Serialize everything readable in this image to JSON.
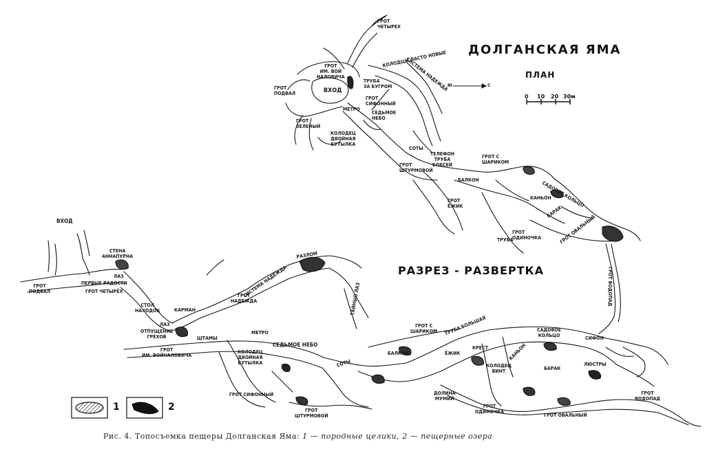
{
  "plan": {
    "title": "ДОЛГАНСКАЯ ЯМА",
    "subtitle": "ПЛАН",
    "scale_ticks": [
      "0",
      "10",
      "20",
      "30м"
    ],
    "compass_s": "С",
    "compass_n": "Ю"
  },
  "section": {
    "title": "РАЗРЕЗ - РАЗВЕРТКА"
  },
  "plan_labels": {
    "chetyrekh": "ГРОТ\nЧЕТЫРЕХ",
    "im_voy": "ГРОТ\nИМ. ВОЙ\nНАЛОВИЧА",
    "podval": "ГРОТ\nПОДВАЛ",
    "vkhod": "ВХОД",
    "sifonny": "ГРОТ\nСИФОННЫЙ",
    "truba_za_bugrom": "ТРУБА\nЗА БУГРОМ",
    "sedmoe": "СЕДЬМОЕ\nНЕБО",
    "metro": "МЕТРО",
    "zeleny": "ГРОТ\nЗЕЛЕНЫЙ",
    "kolodets": "КОЛОДЕЦ\nДВОЙНАЯ\nБУТЫЛКА",
    "soty": "СОТЫ",
    "shturmovoy": "ГРОТ\nШТУРМОВОЙ",
    "telefon": "ТЕЛЕФОН\nТРУБА\nБОБСЕЙ",
    "sharikom": "ГРОТ С\nШАРИКОМ",
    "balkon": "БАЛКОН",
    "ezhik": "ГРОТ\nЁЖИК",
    "kanyon": "КАНЬОН",
    "sistema": "СИСТЕМА НАДЕЖДА",
    "kolodtsy": "КОЛОДЦЫ ЛАСТО НОВЫЕ",
    "sadovoe": "САДОВОЕ КОЛЬЦО",
    "barak": "БАРАК",
    "odinochka": "ГРОТ\nОДИНОЧКА",
    "truba": "ТРУБА",
    "ovalny": "ГРОТ ОВАЛЬНЫЙ",
    "vodopad": "ГРОТ ВОДОПАД"
  },
  "section_labels": {
    "vkhod": "ВХОД",
    "stena": "СТЕНА\nАННАПУРНА",
    "laz": "ЛАЗ",
    "pervye": "ПЕРВЫЕ РАДОСТИ",
    "podval": "ГРОТ\nПОДВАЛ",
    "chetyrekh": "ГРОТ ЧЕТЫРЁХ",
    "stol": "СТОЛ\nНАХОДОК",
    "karman": "КАРМАН",
    "laz2": "ЛАЗ",
    "otpushch": "ОТПУЩЕНИЕ\nГРЕХОВ",
    "shtamy": "ШТАМЫ",
    "im_voy": "ГРОТ\nИМ. ВОЙНАЛОВИЧА",
    "metro": "МЕТРО",
    "kolodets": "КОЛОДЕЦ\nДВОЙНАЯ\nБУТЫЛКА",
    "sedmoe": "СЕДЬМОЕ НЕБО",
    "sifonny": "ГРОТ СИФОННЫЙ",
    "shturmovoy": "ГРОТ\nШТУРМОВОЙ",
    "soty": "СОТЫ",
    "nadezhda": "ГРОТ\nНАДЕЖДА",
    "sistema": "СИСТЕМА НАДЕЖДА",
    "razlom": "РАЗЛОМ",
    "sharikom": "ГРОТ С\nШАРИКОМ",
    "truba_bolsh": "ТРУБА БОЛЬШАЯ",
    "balkon": "БАЛКОН",
    "ezhik": "ЁЖИК",
    "krest": "КРЕСТ",
    "kanyon": "КАНЬОН",
    "kolodets_vint": "КОЛОДЕЦ\nВИНТ",
    "dolina": "ДОЛИНА\nМУМИЙ",
    "odinochka": "ГРОТ\nОДИНОЧКА",
    "ovalny": "ГРОТ ОВАЛЬНЫЙ",
    "sadovoe": "САДОВОЕ\nКОЛЬЦО",
    "sifon": "СИФОН",
    "lyustry": "ЛЮСТРЫ",
    "barak": "БАРАК",
    "vodopad_plan": "ГРОТ ВОДОПАД",
    "vodopad": "ГРОТ\nВОДОПАД",
    "tayny_laz": "ТАЙНЫЙ ЛАЗ"
  },
  "legend": {
    "item1": "1",
    "item2": "2"
  },
  "caption": {
    "prefix": "Рис. 4. Топосъемка пещеры Долганская Яма: ",
    "n1": "1",
    "t1": " — породные целики, ",
    "n2": "2",
    "t2": " — пещерные озера"
  }
}
